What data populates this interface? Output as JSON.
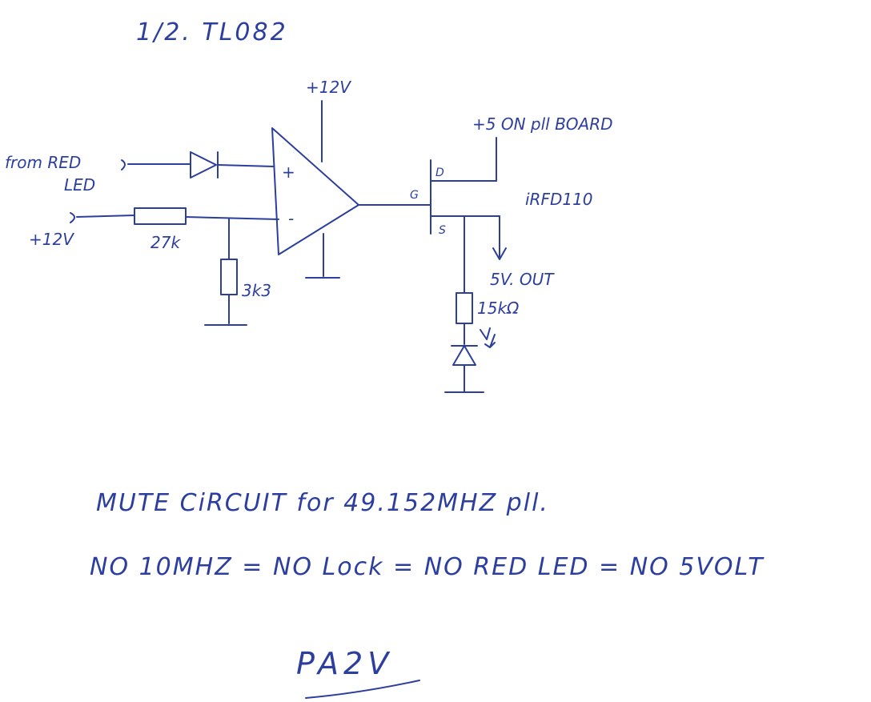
{
  "header": "1/2. TL082",
  "schematic": {
    "opamp_supply": "+12V",
    "input_signal": "from RED",
    "input_signal_line2": "LED",
    "input_reference": "+12V",
    "opamp_plus": "+",
    "opamp_minus": "-",
    "resistor_series": "27k",
    "resistor_shunt": "3k3",
    "drain_supply": "+5 ON pll BOARD",
    "mosfet_part": "iRFD110",
    "pin_drain": "D",
    "pin_gate": "G",
    "pin_source": "S",
    "output_label": "5V. OUT",
    "resistor_led": "15kΩ"
  },
  "notes": {
    "line1": "MUTE CiRCUIT for 49.152MHZ pll.",
    "line2": "NO 10MHZ = NO Lock = NO RED LED = NO 5VOLT"
  },
  "signature": "PA2V",
  "colors": {
    "ink": "#2c3e9e",
    "paper": "#ffffff"
  }
}
